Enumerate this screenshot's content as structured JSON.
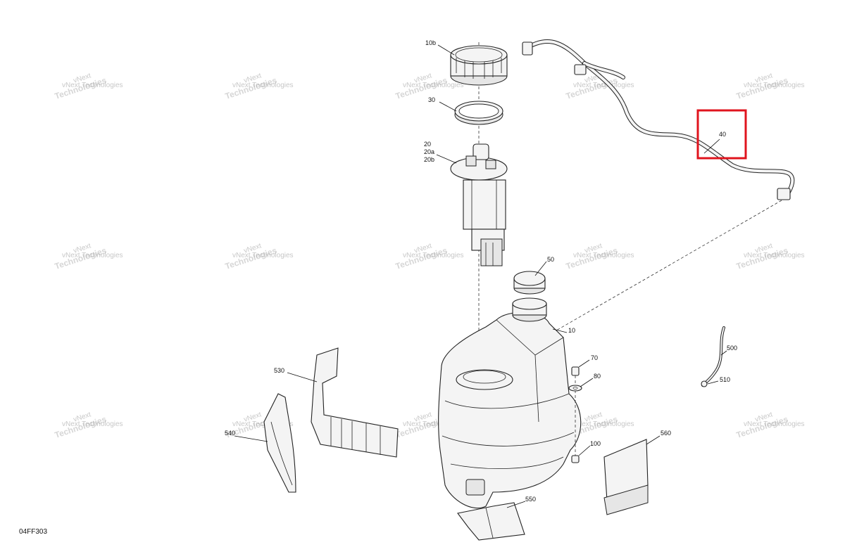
{
  "diagram": {
    "ref_code": "04FF303",
    "watermark": [
      "vNext",
      "Technologies"
    ],
    "callouts": {
      "c10b": "10b",
      "c30": "30",
      "c20": "20",
      "c20a": "20a",
      "c20b": "20b",
      "c40": "40",
      "c50": "50",
      "c10": "10",
      "c70": "70",
      "c80": "80",
      "c100": "100",
      "c500": "500",
      "c510": "510",
      "c530": "530",
      "c540": "540",
      "c550": "550",
      "c560": "560"
    },
    "highlight": {
      "target": "40",
      "color": "#e0141e"
    }
  }
}
